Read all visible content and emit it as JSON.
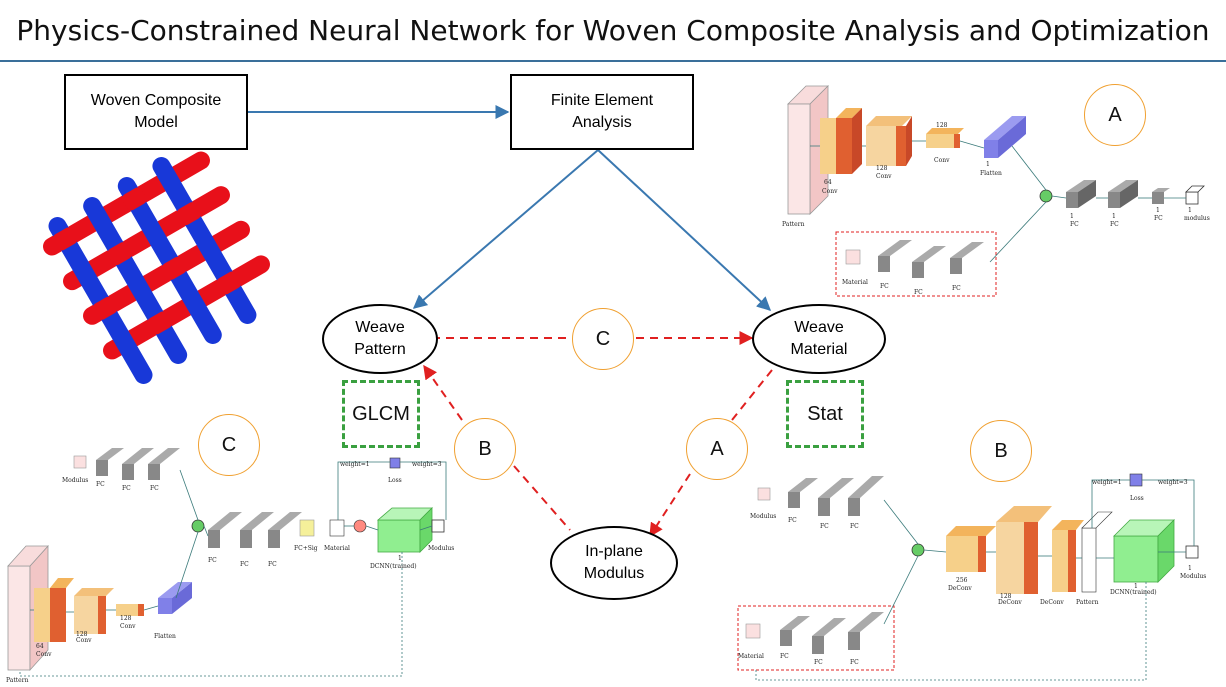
{
  "title": "Physics-Constrained Neural Network for Woven Composite Analysis and Optimization",
  "boxes": {
    "woven_model": "Woven Composite\nModel",
    "fea": "Finite Element\nAnalysis"
  },
  "nodes": {
    "weave_pattern": "Weave\nPattern",
    "weave_material": "Weave\nMaterial",
    "inplane_modulus": "In-plane\nModulus"
  },
  "features": {
    "glcm": "GLCM",
    "stat": "Stat"
  },
  "path_labels": {
    "c_center": "C",
    "b_center": "B",
    "a_center": "A",
    "a_corner": "A",
    "b_corner": "B",
    "c_corner": "C"
  },
  "colors": {
    "arrow_blue": "#3a78b0",
    "dash_red": "#e02020",
    "circle_orange": "#f0a030",
    "feature_green": "#3aa040",
    "weave_red": "#e8101a",
    "weave_blue": "#1838d8"
  },
  "net_a": {
    "labels": [
      "Pattern",
      "Conv",
      "Conv",
      "Conv",
      "Flatten",
      "FC",
      "FC",
      "FC",
      "modulus",
      "Material",
      "FC",
      "FC",
      "FC"
    ],
    "dims": [
      "64",
      "128",
      "128",
      "1",
      "1",
      "1",
      "1",
      "1"
    ]
  },
  "net_b": {
    "labels": [
      "Modulus",
      "FC",
      "FC",
      "FC",
      "DeConv",
      "DeConv",
      "DeConv",
      "Pattern",
      "DCNN(trained)",
      "Modulus",
      "Material",
      "FC",
      "FC",
      "FC",
      "Loss"
    ],
    "weights": [
      "weight=1",
      "weight=3"
    ],
    "dims": [
      "256",
      "128",
      "1",
      "1"
    ]
  },
  "net_c": {
    "labels": [
      "Modulus",
      "FC",
      "FC",
      "FC",
      "Pattern",
      "Conv",
      "Conv",
      "Conv",
      "Flatten",
      "FC",
      "FC",
      "FC",
      "FC+Sig",
      "Material",
      "DCNN(trained)",
      "Modulus",
      "Loss"
    ],
    "weights": [
      "weight=1",
      "weight=3"
    ],
    "dims": [
      "64",
      "128",
      "128",
      "1"
    ]
  }
}
